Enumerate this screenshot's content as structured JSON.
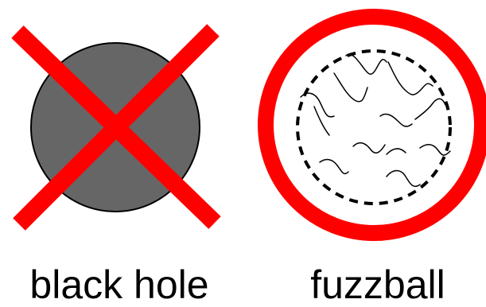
{
  "labels": {
    "left": "black hole",
    "right": "fuzzball"
  },
  "colors": {
    "background": "#ffffff",
    "black_hole_fill": "#666666",
    "black_hole_outline": "#000000",
    "cross": "#ff0000",
    "fuzzball_ring": "#ff0000",
    "fuzzball_boundary": "#000000",
    "strings": "#000000"
  },
  "icons": {
    "left": "crossed-out-black-hole",
    "right": "fuzzball-with-strings"
  }
}
